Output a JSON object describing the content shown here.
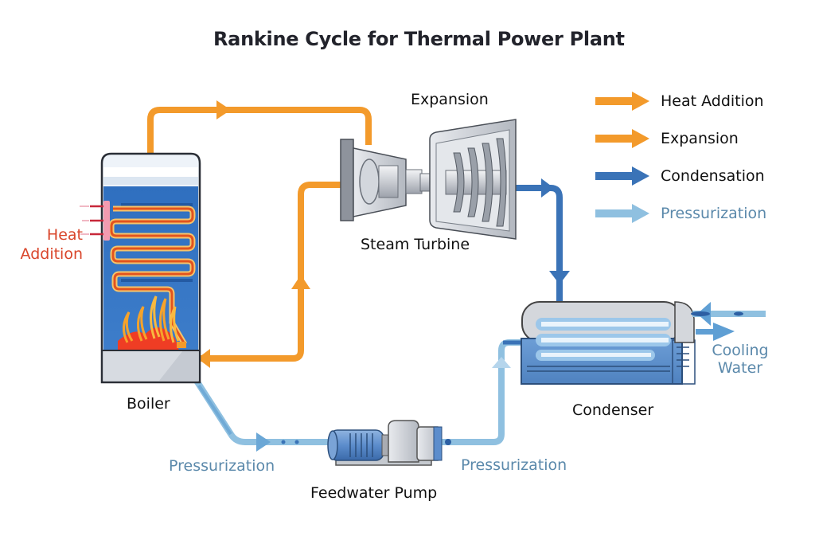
{
  "title": "Rankine Cycle for Thermal Power Plant",
  "colors": {
    "heat": "#f39a2b",
    "expansion": "#f39a2b",
    "condensation": "#3a73b7",
    "pressurization": "#8fc0e0",
    "heat_label": "#d9452a",
    "pressurization_label": "#5b89ab"
  },
  "components": {
    "boiler": "Boiler",
    "turbine": "Steam Turbine",
    "condenser": "Condenser",
    "pump": "Feedwater Pump"
  },
  "stage_labels": {
    "heat_addition": "Heat Addition",
    "expansion": "Expansion",
    "pressurization_left": "Pressurization",
    "pressurization_right": "Pressurization",
    "cooling_water": "Cooling Water"
  },
  "legend": [
    {
      "label": "Heat Addition",
      "color": "#f39a2b",
      "icon": "arrow-right-icon"
    },
    {
      "label": "Expansion",
      "color": "#f39a2b",
      "icon": "arrow-right-icon"
    },
    {
      "label": "Condensation",
      "color": "#3a73b7",
      "icon": "arrow-right-icon"
    },
    {
      "label": "Pressurization",
      "color": "#8fc0e0",
      "icon": "arrow-right-icon"
    }
  ]
}
